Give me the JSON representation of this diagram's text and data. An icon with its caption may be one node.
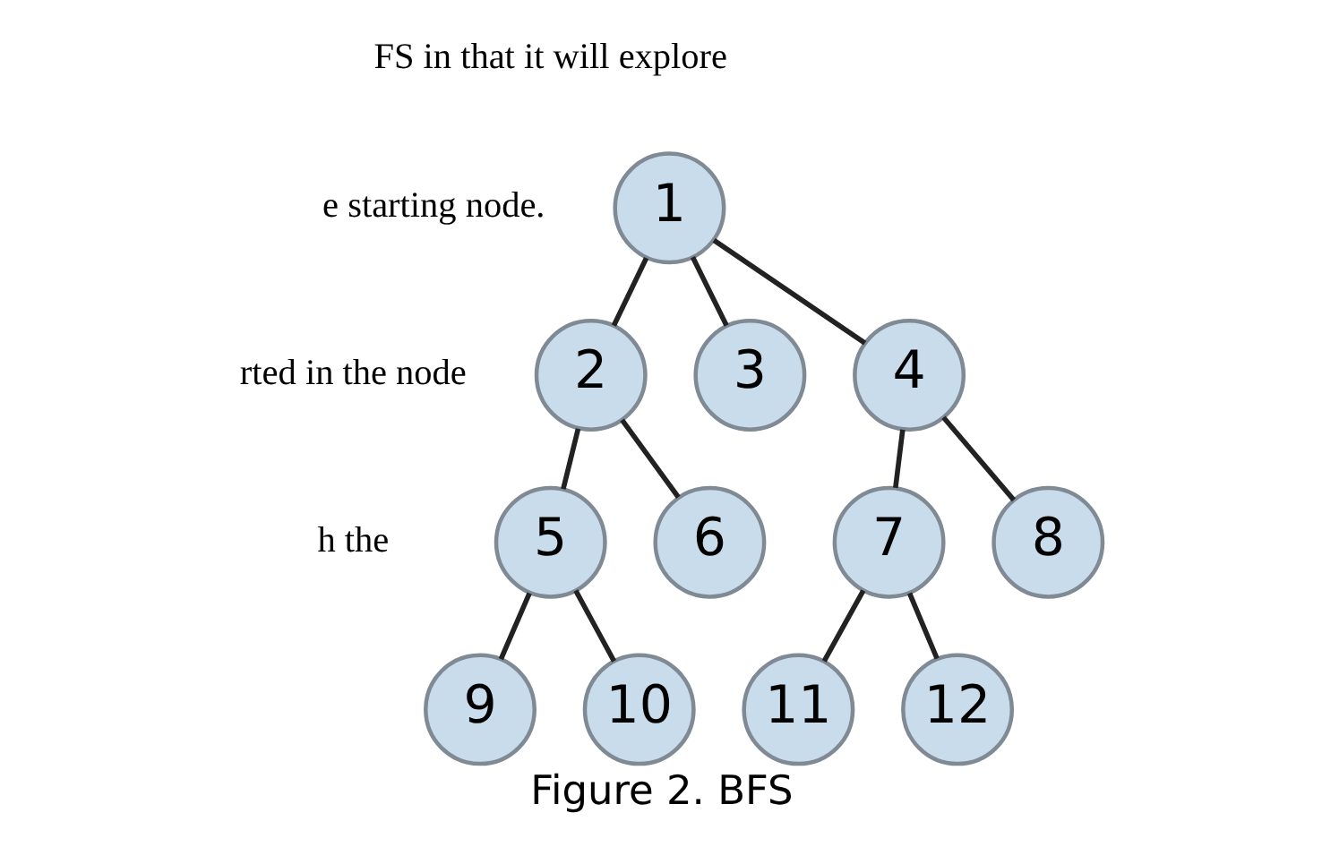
{
  "diagram": {
    "caption": "Figure 2. BFS",
    "nodes": [
      {
        "text": [
          "1"
        ]
      },
      {
        "text": [
          "2"
        ]
      },
      {
        "text": [
          "3"
        ]
      },
      {
        "text": [
          "4"
        ]
      },
      {
        "text": [
          "5"
        ]
      },
      {
        "text": [
          "6"
        ]
      },
      {
        "text": [
          "7"
        ]
      },
      {
        "text": [
          "8"
        ]
      },
      {
        "text": [
          "9"
        ]
      },
      {
        "text": [
          "10"
        ]
      },
      {
        "text": [
          "11"
        ]
      },
      {
        "text": [
          "12"
        ]
      }
    ],
    "edges": [
      {
        "from": 0,
        "to": 1,
        "arrow": "none"
      },
      {
        "from": 0,
        "to": 2,
        "arrow": "none"
      },
      {
        "from": 0,
        "to": 3,
        "arrow": "none"
      },
      {
        "from": 1,
        "to": 4,
        "arrow": "none"
      },
      {
        "from": 1,
        "to": 5,
        "arrow": "none"
      },
      {
        "from": 3,
        "to": 6,
        "arrow": "none"
      },
      {
        "from": 3,
        "to": 7,
        "arrow": "none"
      },
      {
        "from": 4,
        "to": 8,
        "arrow": "none"
      },
      {
        "from": 4,
        "to": 9,
        "arrow": "none"
      },
      {
        "from": 6,
        "to": 10,
        "arrow": "none"
      },
      {
        "from": 6,
        "to": 11,
        "arrow": "none"
      }
    ],
    "labels": [
      "FS in that it will explore",
      "e starting node.",
      "rted in the node",
      "h the"
    ]
  }
}
